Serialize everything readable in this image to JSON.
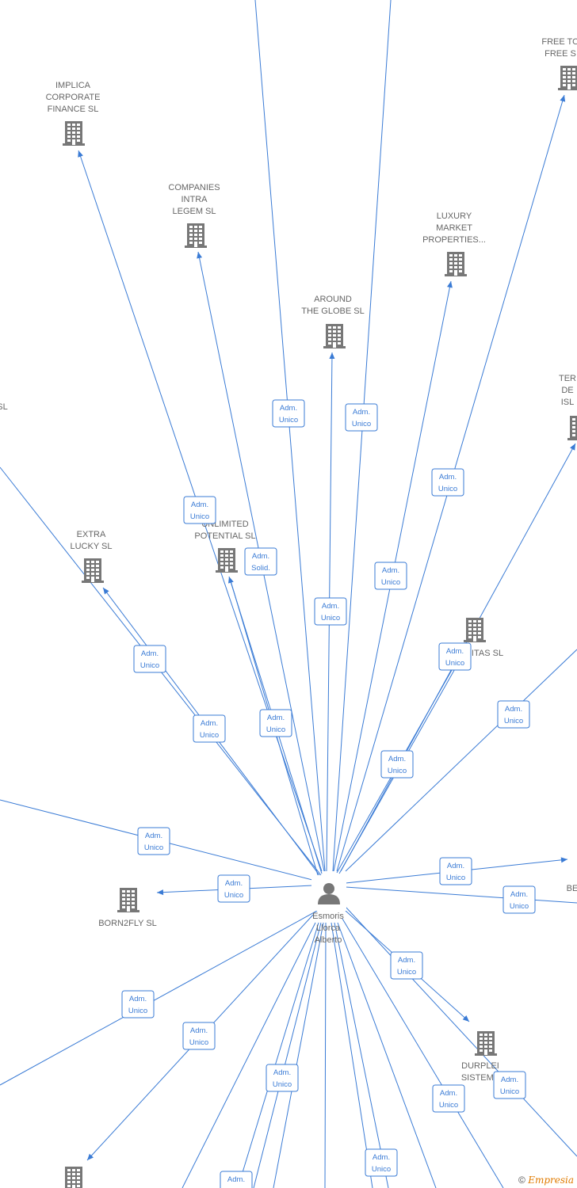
{
  "center": {
    "name": [
      "Esmoris",
      "Llorca",
      "Alberto"
    ]
  },
  "companies": [
    {
      "id": "implica",
      "lines": [
        "IMPLICA",
        "CORPORATE",
        "FINANCE  SL"
      ]
    },
    {
      "id": "companies-intra",
      "lines": [
        "COMPANIES",
        "INTRA",
        "LEGEM SL"
      ]
    },
    {
      "id": "luxury",
      "lines": [
        "LUXURY",
        "MARKET",
        "PROPERTIES..."
      ]
    },
    {
      "id": "around",
      "lines": [
        "AROUND",
        "THE GLOBE  SL"
      ]
    },
    {
      "id": "free",
      "lines": [
        "FREE TO",
        "FREE S"
      ]
    },
    {
      "id": "ter",
      "lines": [
        "TER",
        "DE",
        "ISL"
      ]
    },
    {
      "id": "sl-left",
      "lines": [
        "SL"
      ]
    },
    {
      "id": "extra",
      "lines": [
        "EXTRA",
        "LUCKY  SL"
      ]
    },
    {
      "id": "unlimited",
      "lines": [
        "UNLIMITED",
        "POTENTIAL  SL"
      ]
    },
    {
      "id": "itas",
      "lines": [
        "ITAS  SL"
      ]
    },
    {
      "id": "born2fly",
      "lines": [
        "BORN2FLY  SL"
      ]
    },
    {
      "id": "be",
      "lines": [
        "BE"
      ]
    },
    {
      "id": "durplei",
      "lines": [
        "DURPLEI",
        "SISTEMA"
      ]
    },
    {
      "id": "bottom-left",
      "lines": []
    }
  ],
  "badges": [
    [
      "Adm.",
      "Unico"
    ],
    [
      "Adm.",
      "Unico"
    ],
    [
      "Adm.",
      "Unico"
    ],
    [
      "Adm.",
      "Solid."
    ],
    [
      "Adm.",
      "Unico"
    ],
    [
      "Adm.",
      "Unico"
    ],
    [
      "Adm.",
      "Unico"
    ],
    [
      "Adm.",
      "Unico"
    ],
    [
      "Adm.",
      "Unico"
    ],
    [
      "Adm.",
      "Unico"
    ],
    [
      "Adm.",
      "Unico"
    ],
    [
      "Adm.",
      "Unico"
    ],
    [
      "Adm.",
      "Unico"
    ],
    [
      "Adm.",
      "Unico"
    ],
    [
      "Adm.",
      "Unico"
    ],
    [
      "Adm.",
      "Unico"
    ],
    [
      "Adm.",
      "Unico"
    ],
    [
      "Adm.",
      "Unico"
    ],
    [
      "Adm.",
      "Unico"
    ],
    [
      "Adm.",
      "Unico"
    ],
    [
      "Adm.",
      "Unico"
    ],
    [
      "Adm.",
      "Unico"
    ],
    [
      "Adm.",
      "Unico"
    ],
    [
      "Adm.",
      "Unico"
    ],
    [
      "Adm.",
      "Unico"
    ],
    [
      "Adm.",
      "Unico"
    ],
    [
      "Adm."
    ]
  ],
  "footer": {
    "symbol": "©",
    "brand": "Empresia"
  },
  "colors": {
    "edge": "#3a7bd5",
    "node": "#777777",
    "label": "#666666"
  }
}
